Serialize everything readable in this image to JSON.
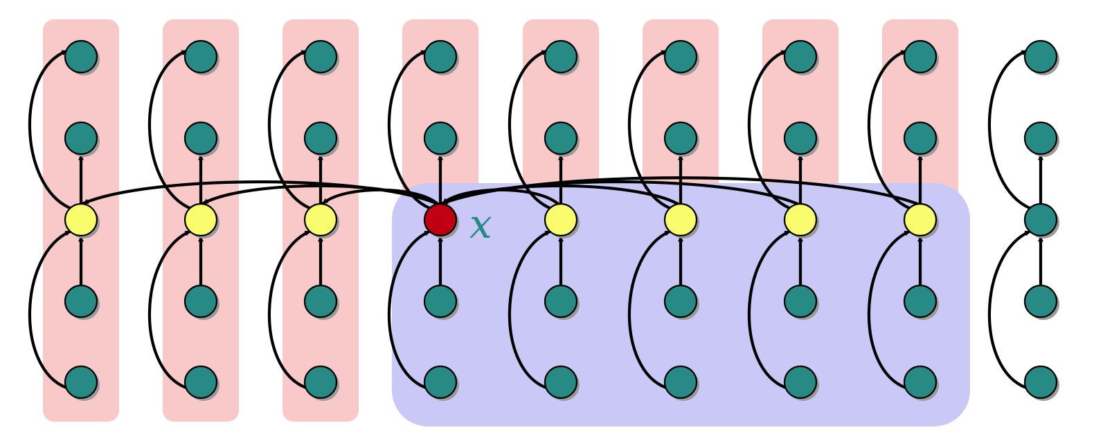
{
  "diagram": {
    "columns": 9,
    "extra_column": true,
    "rows": 5,
    "hub_row": 3,
    "highlighted_column": 4,
    "highlighted_label": "x",
    "shaded_columns": [
      1,
      2,
      3,
      4,
      5,
      6,
      7,
      8
    ],
    "region_columns": [
      4,
      5,
      6,
      7,
      8
    ],
    "long_edges_from_highlighted_to_columns": [
      1,
      2,
      3,
      5,
      6,
      7,
      8
    ],
    "colors": {
      "column_shade": "#f9c9c9",
      "region_shade": "#c9c8f7",
      "node": "#278a84",
      "hub_node": "#f9fc6c",
      "highlighted_node": "#c00012",
      "label": "#278a84",
      "edge": "#000000"
    }
  }
}
